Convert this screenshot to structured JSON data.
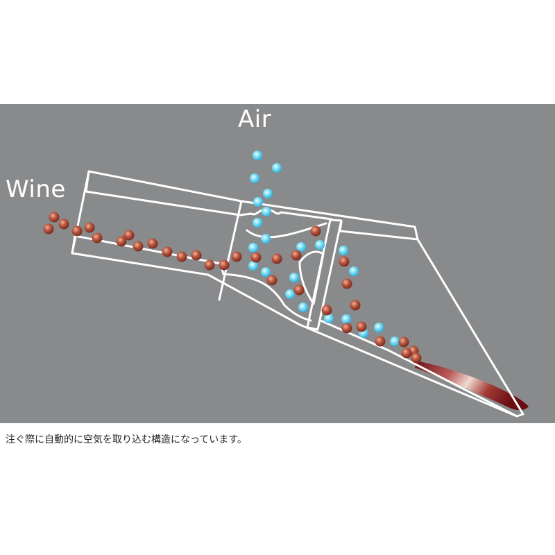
{
  "labels": {
    "air": "Air",
    "wine": "Wine"
  },
  "caption": "注ぐ際に自動的に空気を取り込む構造になっています。",
  "colors": {
    "panel_background": "#898a8b",
    "outline": "#ffffff",
    "wine_bubble": "#a2412f",
    "air_bubble": "#3cc6ea",
    "wine_stream": "#7a1417"
  }
}
